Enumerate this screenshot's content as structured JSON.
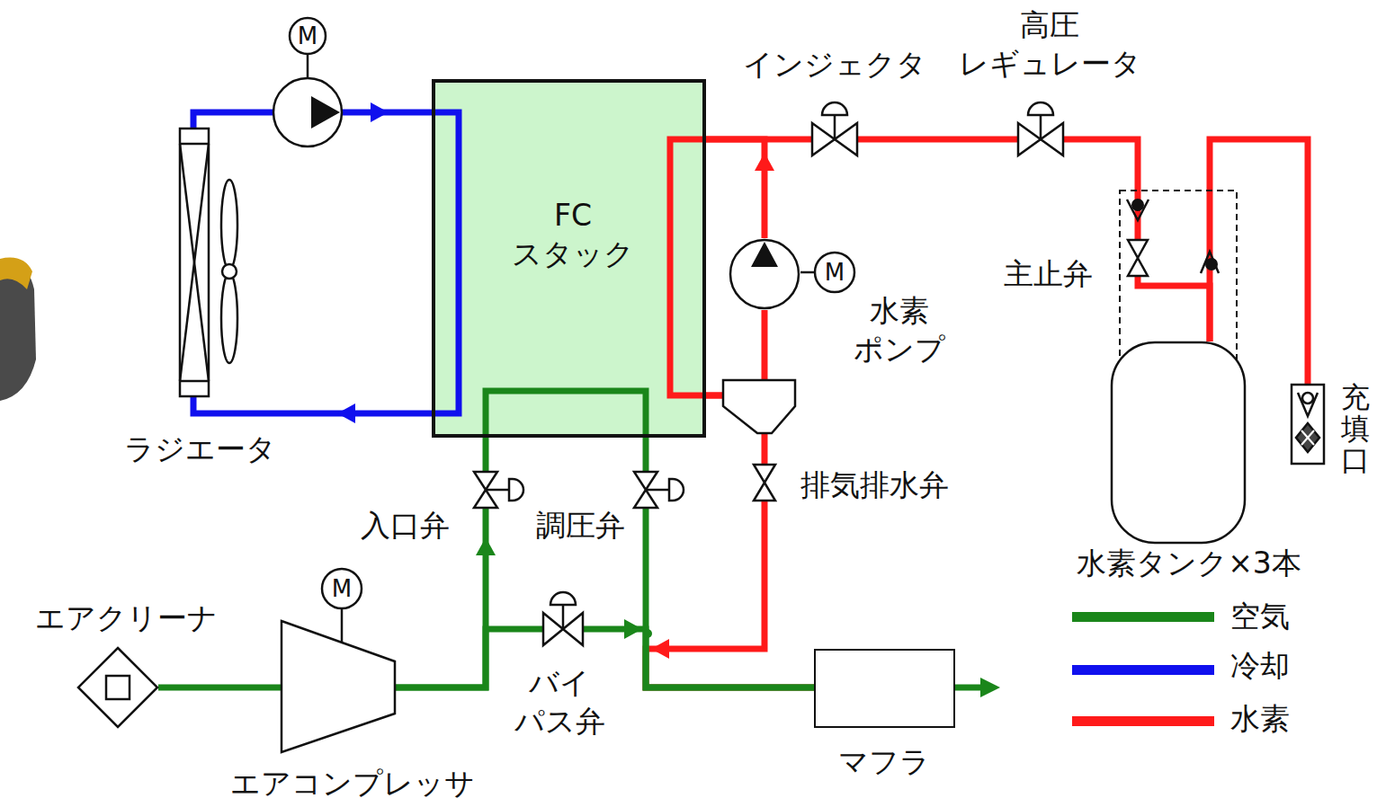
{
  "diagram": {
    "nodes": [
      {
        "text": [
          "インジェクタ"
        ]
      },
      {
        "text": [
          "高圧 レギュレータ"
        ]
      },
      {
        "text": [
          "ラジエータ"
        ]
      },
      {
        "text": [
          "FC スタック"
        ]
      },
      {
        "text": [
          "水素 ポンプ"
        ]
      },
      {
        "text": [
          "主止弁"
        ]
      },
      {
        "text": [
          "水素タンク×3本"
        ]
      },
      {
        "text": [
          "充填口"
        ]
      },
      {
        "text": [
          "入口弁"
        ]
      },
      {
        "text": [
          "調圧弁"
        ]
      },
      {
        "text": [
          "排気排水弁"
        ]
      },
      {
        "text": [
          "エアクリーナ"
        ]
      },
      {
        "text": [
          "バイ パス弁"
        ]
      },
      {
        "text": [
          "マフラ"
        ]
      },
      {
        "text": [
          "エアコンプレッサ"
        ]
      }
    ],
    "edges": [
      {
        "from": 2,
        "to": 3,
        "arrow": "to"
      },
      {
        "from": 3,
        "to": 2,
        "arrow": "to"
      },
      {
        "from": 7,
        "to": 6,
        "arrow": "none"
      },
      {
        "from": 6,
        "to": 5,
        "arrow": "none"
      },
      {
        "from": 5,
        "to": 1,
        "arrow": "none"
      },
      {
        "from": 1,
        "to": 0,
        "arrow": "none"
      },
      {
        "from": 0,
        "to": 3,
        "arrow": "none"
      },
      {
        "from": 3,
        "to": 4,
        "arrow": "none"
      },
      {
        "from": 4,
        "to": 3,
        "arrow": "to"
      },
      {
        "from": 3,
        "to": 10,
        "arrow": "none"
      },
      {
        "from": 10,
        "to": 13,
        "arrow": "to"
      },
      {
        "from": 11,
        "to": 14,
        "arrow": "none"
      },
      {
        "from": 14,
        "to": 8,
        "arrow": "to"
      },
      {
        "from": 14,
        "to": 12,
        "arrow": "none"
      },
      {
        "from": 8,
        "to": 3,
        "arrow": "none"
      },
      {
        "from": 3,
        "to": 9,
        "arrow": "none"
      },
      {
        "from": 9,
        "to": 13,
        "arrow": "none"
      },
      {
        "from": 12,
        "to": 13,
        "arrow": "to"
      }
    ],
    "labels": [
      "M",
      "M",
      "M"
    ],
    "legend": [
      {
        "text": "空気",
        "color": "#1a861a"
      },
      {
        "text": "冷却",
        "color": "#1010ee"
      },
      {
        "text": "水素",
        "color": "#ff1a1a"
      }
    ]
  }
}
